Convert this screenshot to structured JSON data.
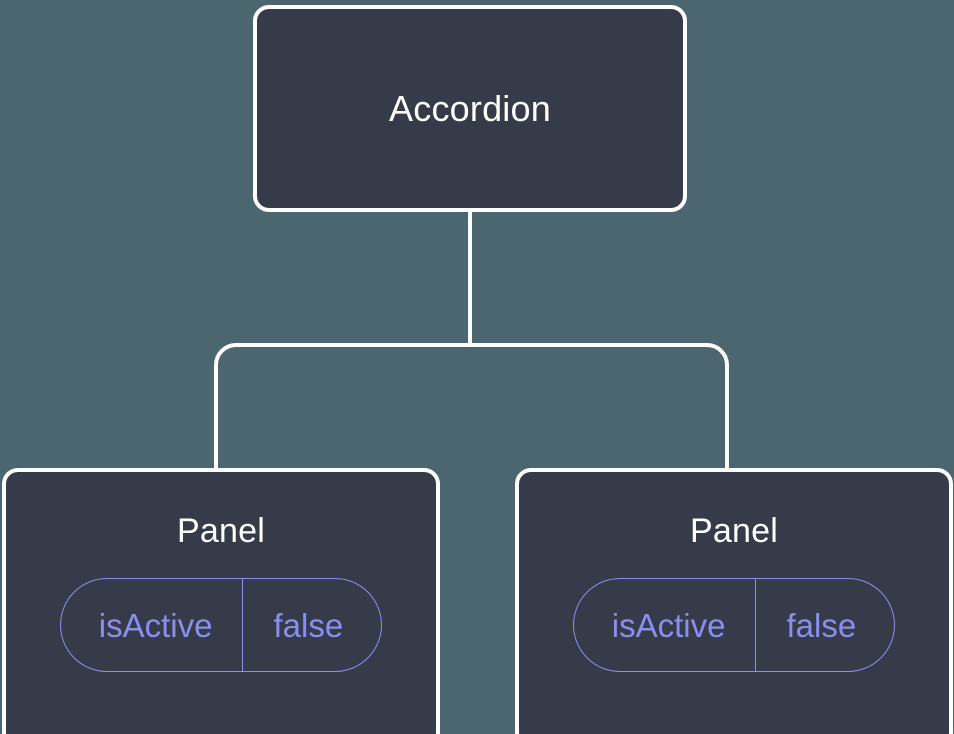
{
  "canvas": {
    "background_color": "#4c6670",
    "node_fill_color": "#353b49",
    "node_border_color": "#ffffff",
    "edge_color": "#ffffff",
    "accent_color": "#8b8ef0"
  },
  "tree": {
    "root": {
      "label": "Accordion"
    },
    "children": [
      {
        "label": "Panel",
        "state": {
          "key": "isActive",
          "value": "false"
        }
      },
      {
        "label": "Panel",
        "state": {
          "key": "isActive",
          "value": "false"
        }
      }
    ]
  }
}
